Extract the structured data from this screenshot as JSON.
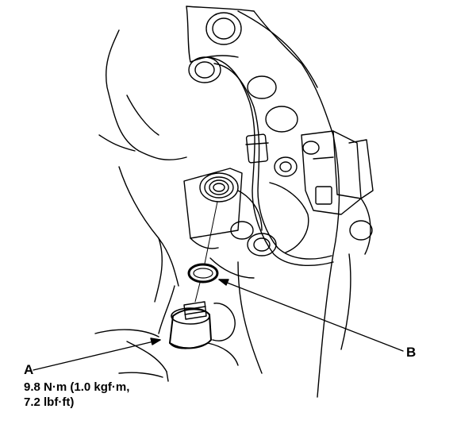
{
  "callouts": {
    "a": "A",
    "b": "B"
  },
  "torque": {
    "line1": "9.8 N·m (1.0 kgf·m,",
    "line2": "7.2 lbf·ft)"
  },
  "colors": {
    "ink": "#000000",
    "paper": "#ffffff"
  }
}
